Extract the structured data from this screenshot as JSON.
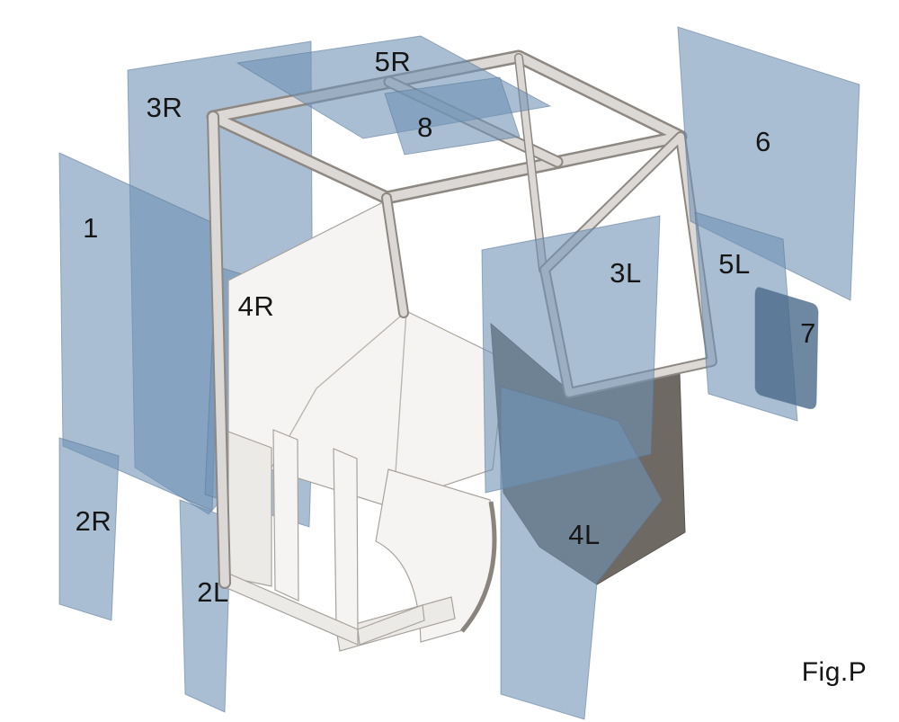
{
  "labels": {
    "p1": "1",
    "p2r": "2R",
    "p2l": "2L",
    "p3r": "3R",
    "p3l": "3L",
    "p4r": "4R",
    "p4l": "4L",
    "p5r": "5R",
    "p5l": "5L",
    "p6": "6",
    "p7": "7",
    "p8": "8",
    "figure": "Fig.P"
  },
  "colors": {
    "page-bg": "#ffffff",
    "label-color": "#161616",
    "glass-fill": "#6f93b5",
    "glass-stroke": "#5b7896",
    "glass-dark": "#4a6a8a",
    "frame-fill": "#dcd8d5",
    "frame-stroke": "#8e8882",
    "interior-dark": "#6f6963"
  }
}
